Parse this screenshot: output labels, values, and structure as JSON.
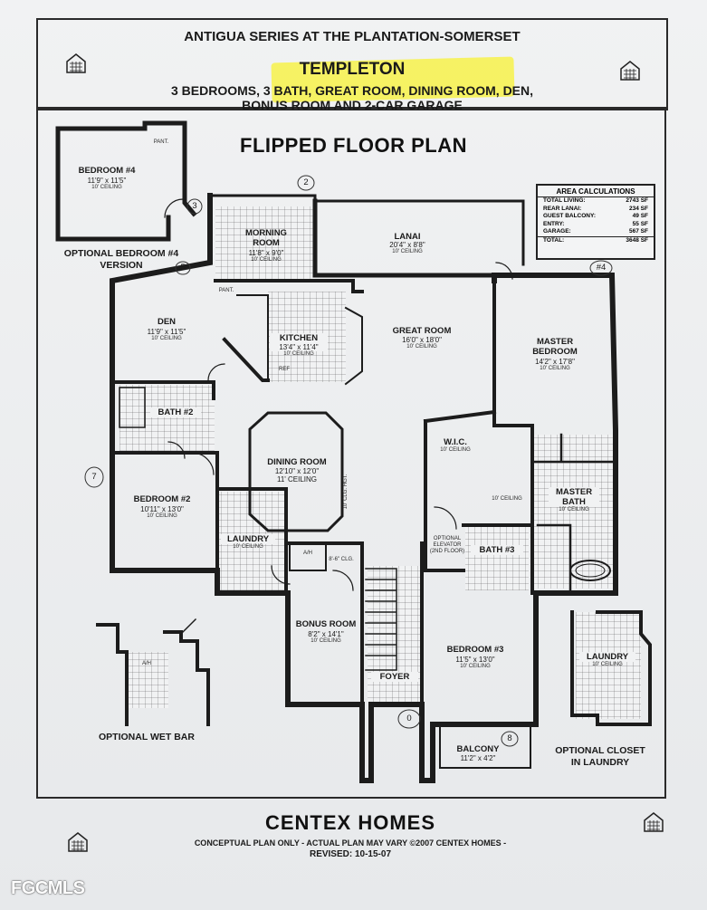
{
  "header": {
    "line1": "ANTIGUA SERIES AT THE PLANTATION-SOMERSET",
    "line2": "TEMPLETON",
    "line3": "3 BEDROOMS, 3 BATH, GREAT ROOM, DINING ROOM, DEN,",
    "line4": "BONUS ROOM AND 2-CAR GARAGE"
  },
  "plan_title": "FLIPPED FLOOR PLAN",
  "area_calculations": {
    "heading": "AREA CALCULATIONS",
    "rows": [
      {
        "label": "TOTAL LIVING:",
        "value": "2743 SF"
      },
      {
        "label": "REAR LANAI:",
        "value": "234 SF"
      },
      {
        "label": "GUEST BALCONY:",
        "value": "49 SF"
      },
      {
        "label": "ENTRY:",
        "value": "55 SF"
      },
      {
        "label": "GARAGE:",
        "value": "567 SF"
      },
      {
        "label": "TOTAL:",
        "value": "3648 SF"
      }
    ]
  },
  "rooms": {
    "bedroom4": {
      "name": "BEDROOM #4",
      "dims": "11'9\" x 11'5\"",
      "ceiling": "10' CEILING"
    },
    "morning_room": {
      "name1": "MORNING",
      "name2": "ROOM",
      "dims": "11'8\" x 9'0\"",
      "ceiling": "10' CEILING"
    },
    "lanai": {
      "name": "LANAI",
      "dims": "20'4\" x 8'8\"",
      "ceiling": "10' CEILING"
    },
    "den": {
      "name": "DEN",
      "dims": "11'9\" x 11'5\"",
      "ceiling": "10' CEILING"
    },
    "kitchen": {
      "name": "KITCHEN",
      "dims": "13'4\" x 11'4\"",
      "ceiling": "10' CEILING"
    },
    "great_room": {
      "name": "GREAT ROOM",
      "dims": "16'0\" x 18'0\"",
      "ceiling": "10' CEILING"
    },
    "master_bedroom": {
      "name1": "MASTER",
      "name2": "BEDROOM",
      "dims": "14'2\" x 17'8\"",
      "ceiling": "10' CEILING"
    },
    "bath2": {
      "name": "BATH #2"
    },
    "dining_room": {
      "name": "DINING ROOM",
      "dims": "12'10\" x 12'0\"",
      "ceiling": "11' CEILING"
    },
    "wic": {
      "name": "W.I.C.",
      "ceiling": "10' CEILING"
    },
    "master_bath": {
      "name1": "MASTER",
      "name2": "BATH",
      "ceiling": "10' CEILING"
    },
    "bedroom2": {
      "name": "BEDROOM #2",
      "dims": "10'11\" x 13'0\"",
      "ceiling": "10' CEILING"
    },
    "laundry": {
      "name": "LAUNDRY",
      "ceiling": "10' CEILING"
    },
    "bath3": {
      "name": "BATH #3"
    },
    "bonus_room": {
      "name": "BONUS ROOM",
      "dims": "8'2\" x 14'1\"",
      "ceiling": "10' CEILING"
    },
    "bedroom3": {
      "name": "BEDROOM #3",
      "dims": "11'5\" x 13'0\"",
      "ceiling": "10' CEILING"
    },
    "foyer": {
      "name": "FOYER"
    },
    "balcony": {
      "name": "BALCONY",
      "dims": "11'2\" x 4'2\""
    },
    "laundry_alt": {
      "name": "LAUNDRY",
      "ceiling": "10' CEILING"
    }
  },
  "small_labels": {
    "pant1": "PANT.",
    "pant2": "PANT.",
    "ref": "REF",
    "ah1": "A/H",
    "ah2": "A/H",
    "clg": "8'-6\" CLG.",
    "elevator": "OPTIONAL ELEVATOR (2ND FLOOR)",
    "ceiling_note": "10' CEILING",
    "clg_hgt": "10' CLG. HGT."
  },
  "captions": {
    "optional_bedroom": "OPTIONAL BEDROOM #4 VERSION",
    "wet_bar": "OPTIONAL WET BAR",
    "closet": "OPTIONAL CLOSET IN LAUNDRY"
  },
  "annotations": [
    "2",
    "3",
    "5",
    "#4",
    "7",
    "8",
    "0"
  ],
  "footer": {
    "brand": "CENTEX HOMES",
    "note": "CONCEPTUAL PLAN ONLY - ACTUAL PLAN MAY VARY  ©2007 CENTEX HOMES -",
    "revised": "REVISED: 10-15-07"
  },
  "watermark": "FGCMLS"
}
